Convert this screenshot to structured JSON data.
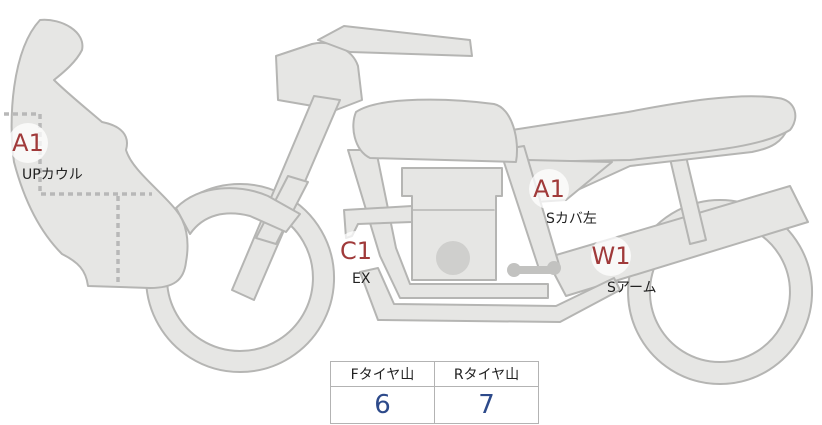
{
  "colors": {
    "body_fill": "#e6e6e4",
    "outline": "#b5b5b3",
    "dotted_line": "#b8b8b8",
    "marker_text": "#a03a3a",
    "value_text": "#2d4a8a"
  },
  "damage_markers": [
    {
      "code": "A1",
      "label": "UPカウル"
    },
    {
      "code": "A1",
      "label": "Sカバ左"
    },
    {
      "code": "C1",
      "label": "EX"
    },
    {
      "code": "W1",
      "label": "Sアーム"
    }
  ],
  "tread_table": {
    "front_header": "Fタイヤ山",
    "rear_header": "Rタイヤ山",
    "front_value": "6",
    "rear_value": "7"
  }
}
